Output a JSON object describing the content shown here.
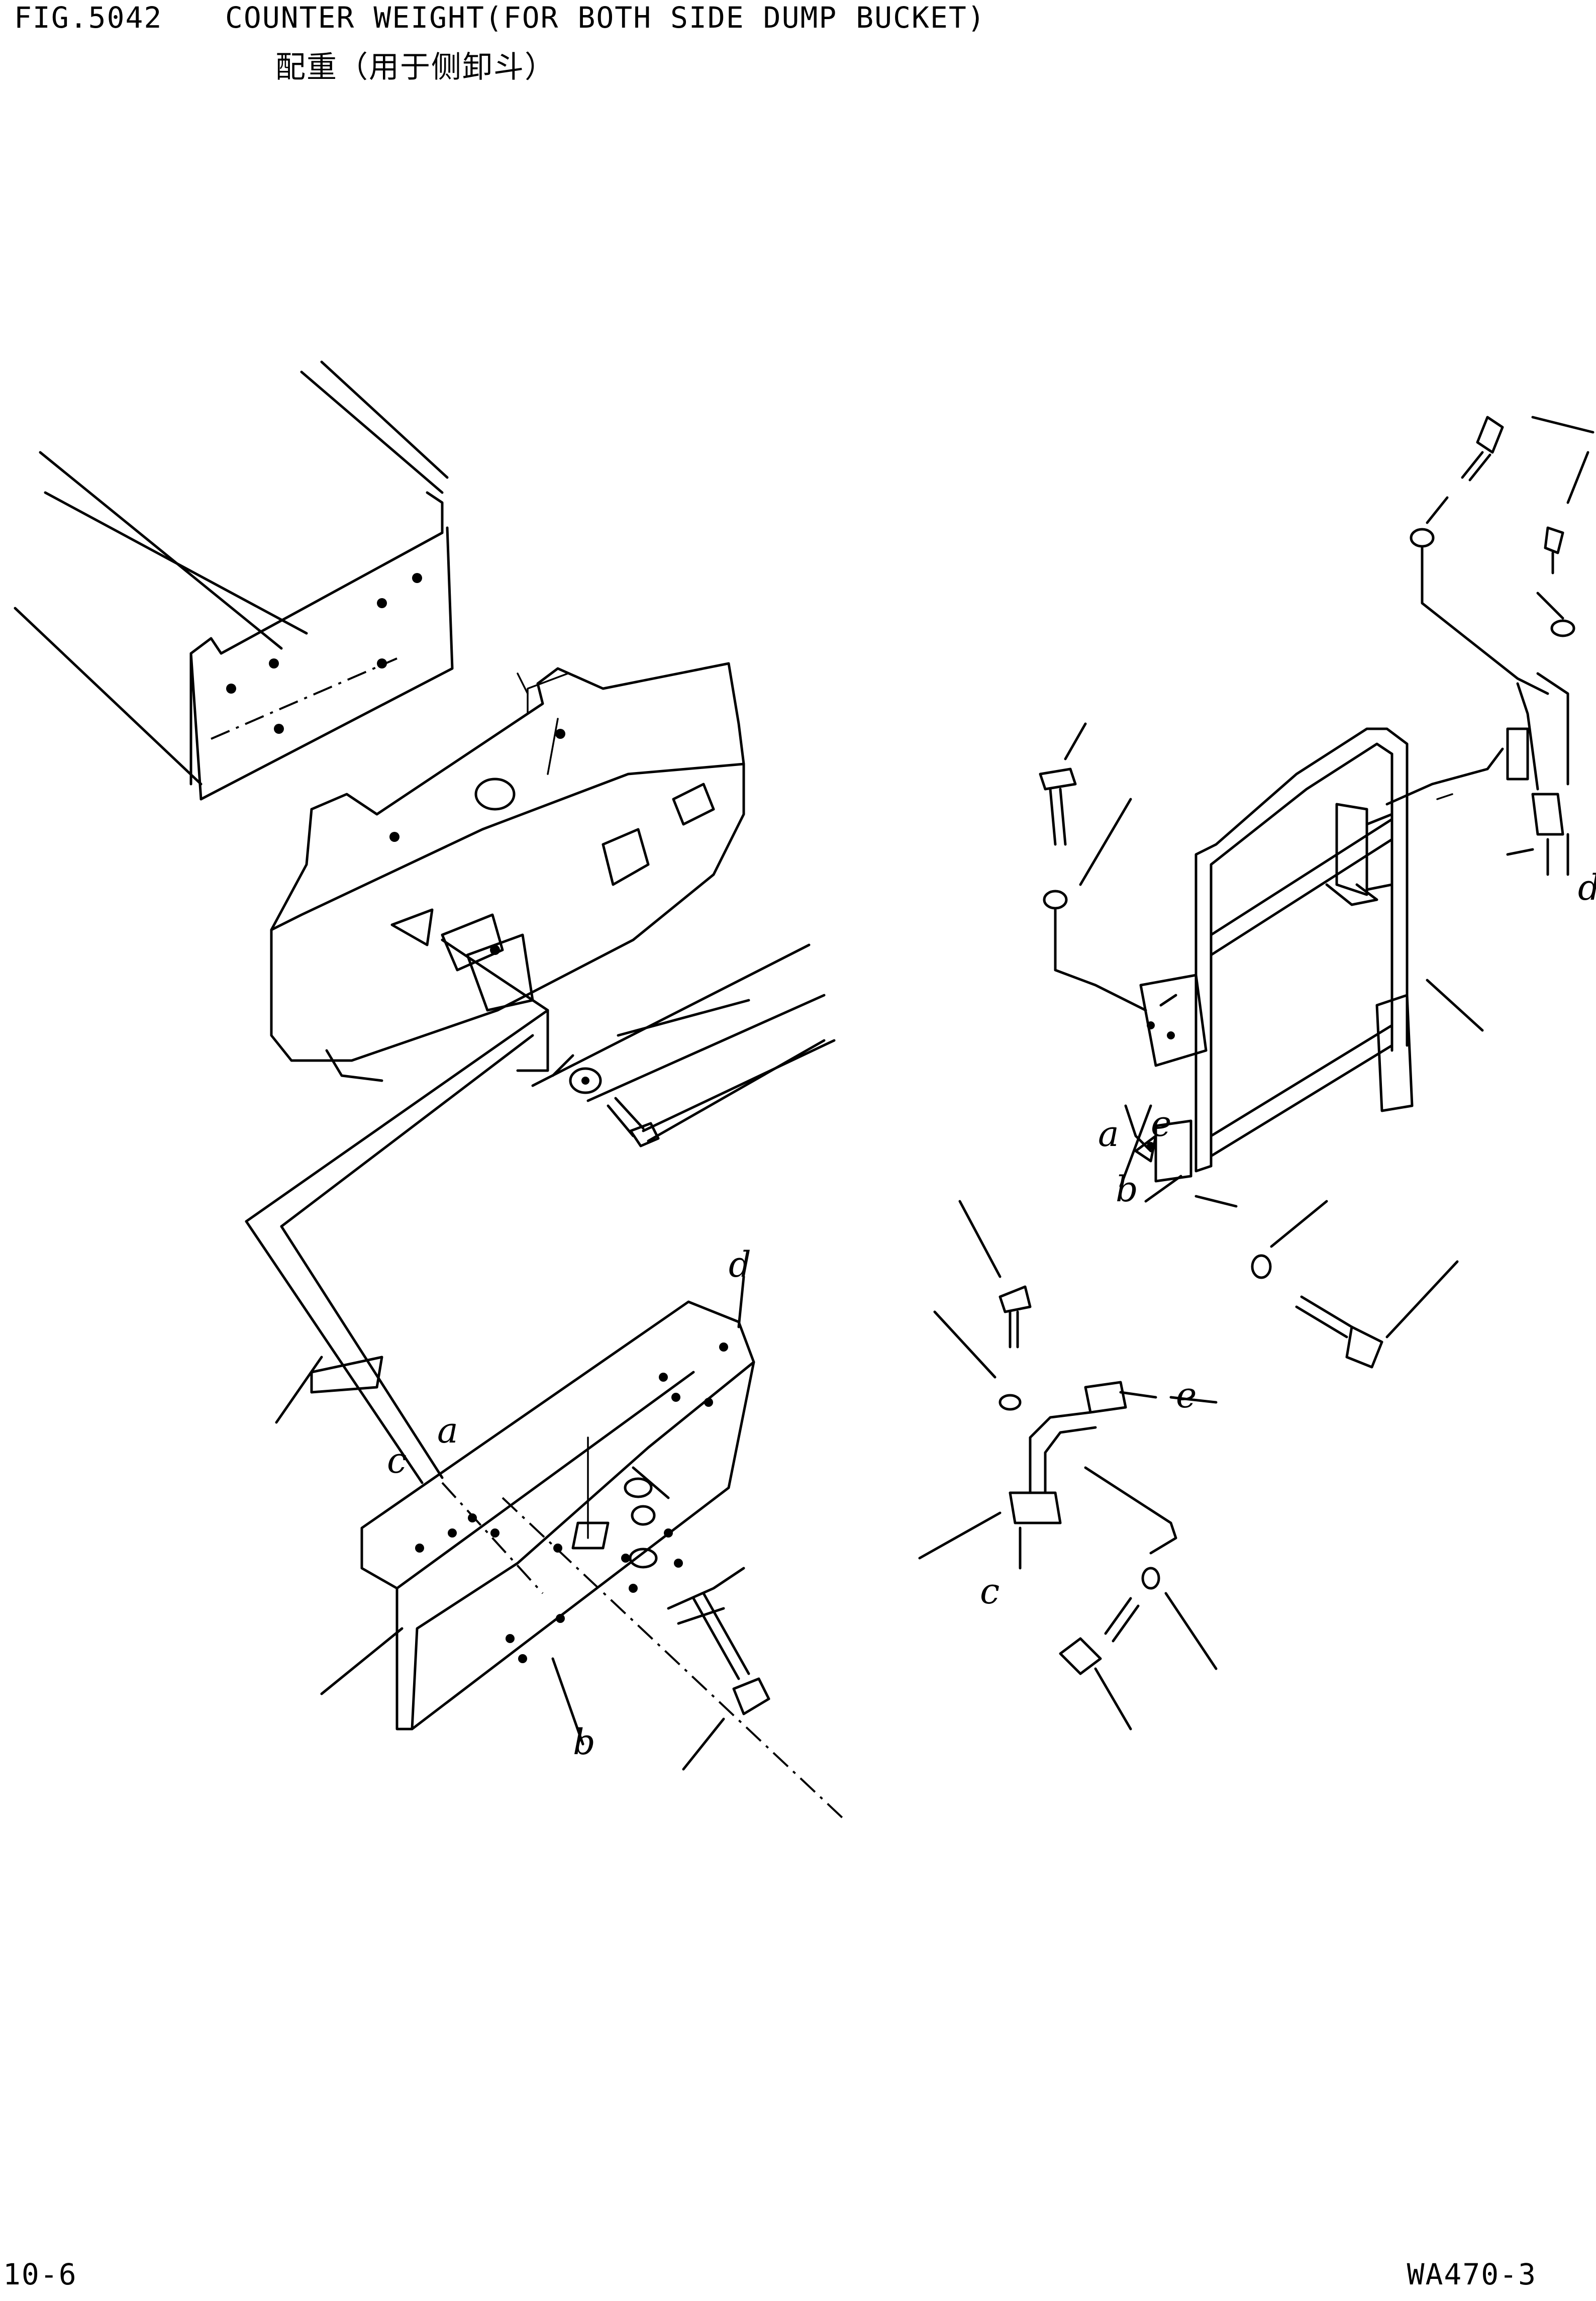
{
  "header": {
    "fig_number": "FIG.5042",
    "title": "COUNTER WEIGHT(FOR BOTH SIDE DUMP BUCKET)",
    "title_cn": "配重（用于侧卸斗）"
  },
  "footer": {
    "page_number": "10-6",
    "model": "WA470-3"
  },
  "callouts": {
    "a": "a",
    "b": "b",
    "c": "c",
    "d": "d",
    "e": "e"
  }
}
